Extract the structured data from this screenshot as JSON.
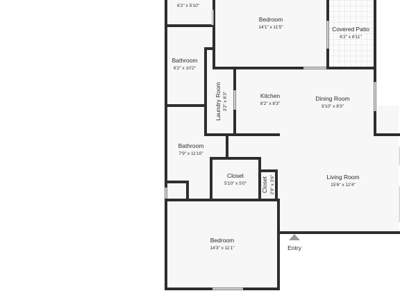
{
  "rooms": {
    "top_partial": {
      "name": "",
      "dim": "6'2\" x 5'10\""
    },
    "bedroom_top": {
      "name": "Bedroom",
      "dim": "14'1\" x 11'5\""
    },
    "covered_patio": {
      "name": "Covered Patio",
      "dim": "6'2\" x 8'11\""
    },
    "bathroom_top": {
      "name": "Bathroom",
      "dim": "6'2\" x 10'2\""
    },
    "laundry": {
      "name": "Laundry Room",
      "dim": "3'2\" x 8'3\""
    },
    "kitchen": {
      "name": "Kitchen",
      "dim": "8'2\" x 8'3\""
    },
    "dining": {
      "name": "Dining Room",
      "dim": "9'10\" x 8'3\""
    },
    "bathroom_mid": {
      "name": "Bathroom",
      "dim": "7'9\" x 11'10\""
    },
    "closet_a": {
      "name": "Closet",
      "dim": "5'10\" x 5'0\""
    },
    "closet_b": {
      "name": "Closet",
      "dim": "2'0\" x 3'6\""
    },
    "living": {
      "name": "Living Room",
      "dim": "15'6\" x 12'4\""
    },
    "bedroom_bottom": {
      "name": "Bedroom",
      "dim": "14'3\" x 11'1\""
    }
  },
  "entry": {
    "label": "Entry"
  },
  "colors": {
    "wall": "#2e2e2e",
    "floor": "#f7f7f7",
    "patio_grid": "#d9d9d9",
    "entry_marker": "#9a9a9a"
  }
}
